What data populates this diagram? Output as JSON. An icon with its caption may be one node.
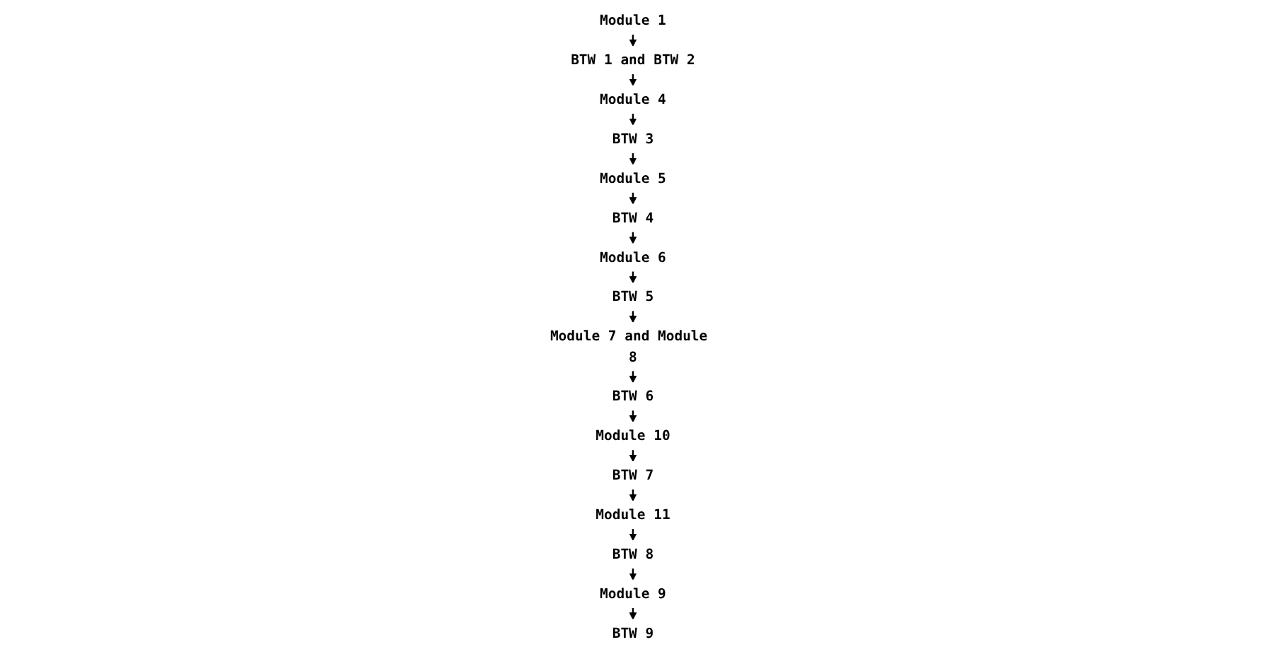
{
  "diagram": {
    "nodes": [
      {
        "text": [
          "Module 1"
        ]
      },
      {
        "text": [
          "BTW 1 and BTW 2"
        ]
      },
      {
        "text": [
          "Module 4"
        ]
      },
      {
        "text": [
          "BTW 3"
        ]
      },
      {
        "text": [
          "Module 5"
        ]
      },
      {
        "text": [
          "BTW 4"
        ]
      },
      {
        "text": [
          "Module 6"
        ]
      },
      {
        "text": [
          "BTW 5"
        ]
      },
      {
        "text": [
          "Module 7 and Module 8"
        ]
      },
      {
        "text": [
          "BTW 6"
        ]
      },
      {
        "text": [
          "Module 10"
        ]
      },
      {
        "text": [
          "BTW 7"
        ]
      },
      {
        "text": [
          "Module 11"
        ]
      },
      {
        "text": [
          "BTW 8"
        ]
      },
      {
        "text": [
          "Module 9"
        ]
      },
      {
        "text": [
          "BTW 9"
        ]
      }
    ],
    "edges": [
      {
        "from": 0,
        "to": 1,
        "arrow": "to"
      },
      {
        "from": 1,
        "to": 2,
        "arrow": "to"
      },
      {
        "from": 2,
        "to": 3,
        "arrow": "to"
      },
      {
        "from": 3,
        "to": 4,
        "arrow": "to"
      },
      {
        "from": 4,
        "to": 5,
        "arrow": "to"
      },
      {
        "from": 5,
        "to": 6,
        "arrow": "to"
      },
      {
        "from": 6,
        "to": 7,
        "arrow": "to"
      },
      {
        "from": 7,
        "to": 8,
        "arrow": "to"
      },
      {
        "from": 8,
        "to": 9,
        "arrow": "to"
      },
      {
        "from": 9,
        "to": 10,
        "arrow": "to"
      },
      {
        "from": 10,
        "to": 11,
        "arrow": "to"
      },
      {
        "from": 11,
        "to": 12,
        "arrow": "to"
      },
      {
        "from": 12,
        "to": 13,
        "arrow": "to"
      },
      {
        "from": 13,
        "to": 14,
        "arrow": "to"
      },
      {
        "from": 14,
        "to": 15,
        "arrow": "to"
      }
    ]
  }
}
